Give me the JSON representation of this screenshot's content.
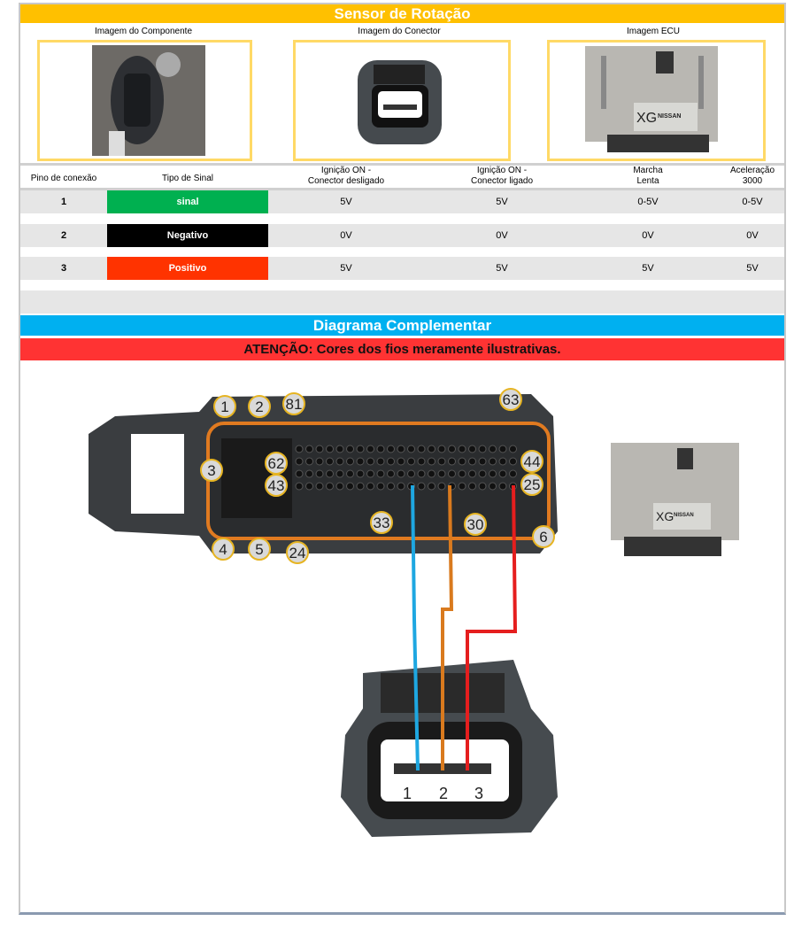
{
  "title": "Sensor de Rotação",
  "images": {
    "component": "Imagem do Componente",
    "connector": "Imagem do Conector",
    "ecu": "Imagem ECU",
    "ecu_logo": "XG NISSAN"
  },
  "table": {
    "headers": {
      "pin": "Pino de conexão",
      "signal": "Tipo de Sinal",
      "ign_off_1": "Ignição ON -",
      "ign_off_2": "Conector desligado",
      "ign_on_1": "Ignição ON -",
      "ign_on_2": "Conector ligado",
      "idle_1": "Marcha",
      "idle_2": "Lenta",
      "accel_1": "Aceleração",
      "accel_2": "3000"
    },
    "rows": [
      {
        "pin": "1",
        "signal": "sinal",
        "color": "#00B050",
        "ign_off": "5V",
        "ign_on": "5V",
        "idle": "0-5V",
        "accel": "0-5V"
      },
      {
        "pin": "2",
        "signal": "Negativo",
        "color": "#000000",
        "ign_off": "0V",
        "ign_on": "0V",
        "idle": "0V",
        "accel": "0V"
      },
      {
        "pin": "3",
        "signal": "Positivo",
        "color": "#FF3300",
        "ign_off": "5V",
        "ign_on": "5V",
        "idle": "5V",
        "accel": "5V"
      }
    ]
  },
  "diagram_title": "Diagrama Complementar",
  "warning": "ATENÇÃO: Cores dos fios meramente ilustrativas.",
  "ecu_pins": [
    "1",
    "2",
    "81",
    "63",
    "3",
    "62",
    "43",
    "44",
    "25",
    "4",
    "5",
    "24",
    "33",
    "30",
    "6"
  ],
  "sensor_pins": [
    "1",
    "2",
    "3"
  ],
  "wire_colors": {
    "pin1": "#1EA7E1",
    "pin2": "#D97A1E",
    "pin3": "#E51E1E"
  }
}
